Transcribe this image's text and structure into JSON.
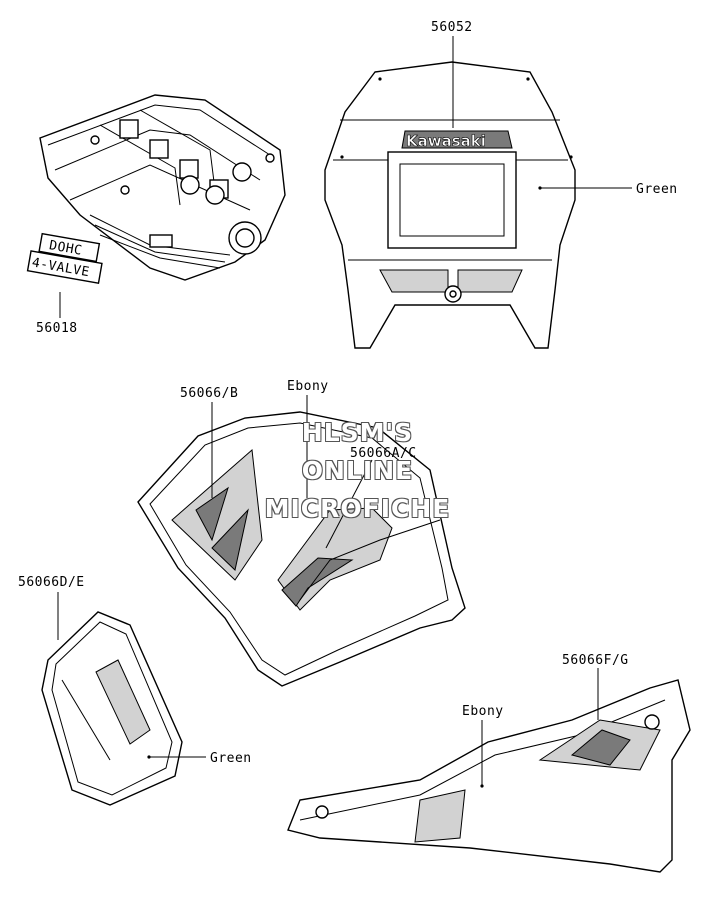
{
  "labels": {
    "p56052": "56052",
    "p56018": "56018",
    "p56066b": "56066/B",
    "p56066ac": "56066A/C",
    "p56066de": "56066D/E",
    "p56066fg": "56066F/G",
    "green_fairing": "Green",
    "green_panel": "Green",
    "ebony_tank": "Ebony",
    "ebony_cover": "Ebony"
  },
  "decals": {
    "kawasaki": "Kawasaki",
    "dohc": "DOHC",
    "valve": "4-VALVE"
  },
  "watermark": {
    "line1": "HLSM'S",
    "line2": "ONLINE",
    "line3": "MICROFICHE"
  }
}
